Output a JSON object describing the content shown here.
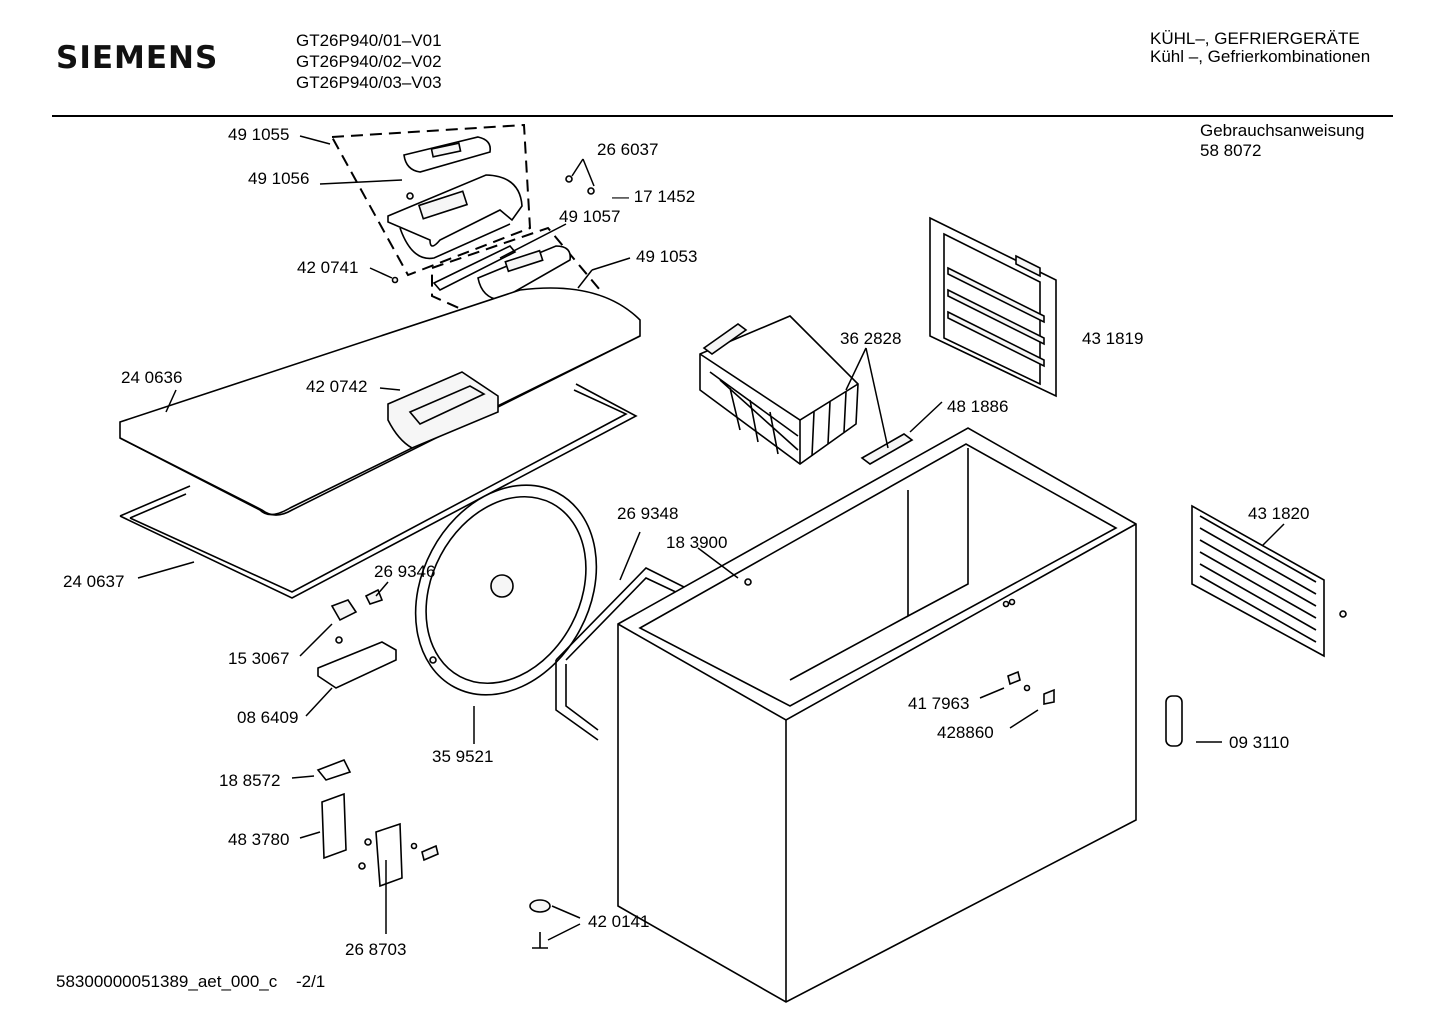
{
  "header": {
    "brand": "SIEMENS",
    "models": [
      "GT26P940/01–V01",
      "GT26P940/02–V02",
      "GT26P940/03–V03"
    ],
    "category_1": "KÜHL–, GEFRIERGERÄTE",
    "category_2": "Kühl –, Gefrierkombinationen"
  },
  "manual": {
    "label": "Gebrauchsanweisung",
    "number": "58 8072"
  },
  "footer": {
    "doc_id": "58300000051389_aet_000_c",
    "page": "-2/1"
  },
  "parts": {
    "p491055": "49 1055",
    "p491056": "49 1056",
    "p266037": "26 6037",
    "p171452": "— 17 1452",
    "p491057": "49 1057",
    "p420741": "42 0741",
    "p491053": "49 1053",
    "p362828": "36 2828",
    "p431819": "43 1819",
    "p240636": "24 0636",
    "p420742": "42 0742",
    "p481886": "48 1886",
    "p269348": "26 9348",
    "p183900": "18 3900",
    "p431820": "43 1820",
    "p269346": "26 9346",
    "p240637": "24 0637",
    "p153067": "15 3067",
    "p086409": "08 6409",
    "p417963": "41 7963",
    "p428860": "428860",
    "p359521": "35 9521",
    "p093110": "09 3110",
    "p188572": "18 8572",
    "p483780": "48 3780",
    "p268703": "26 8703",
    "p420141": "42 0141"
  }
}
